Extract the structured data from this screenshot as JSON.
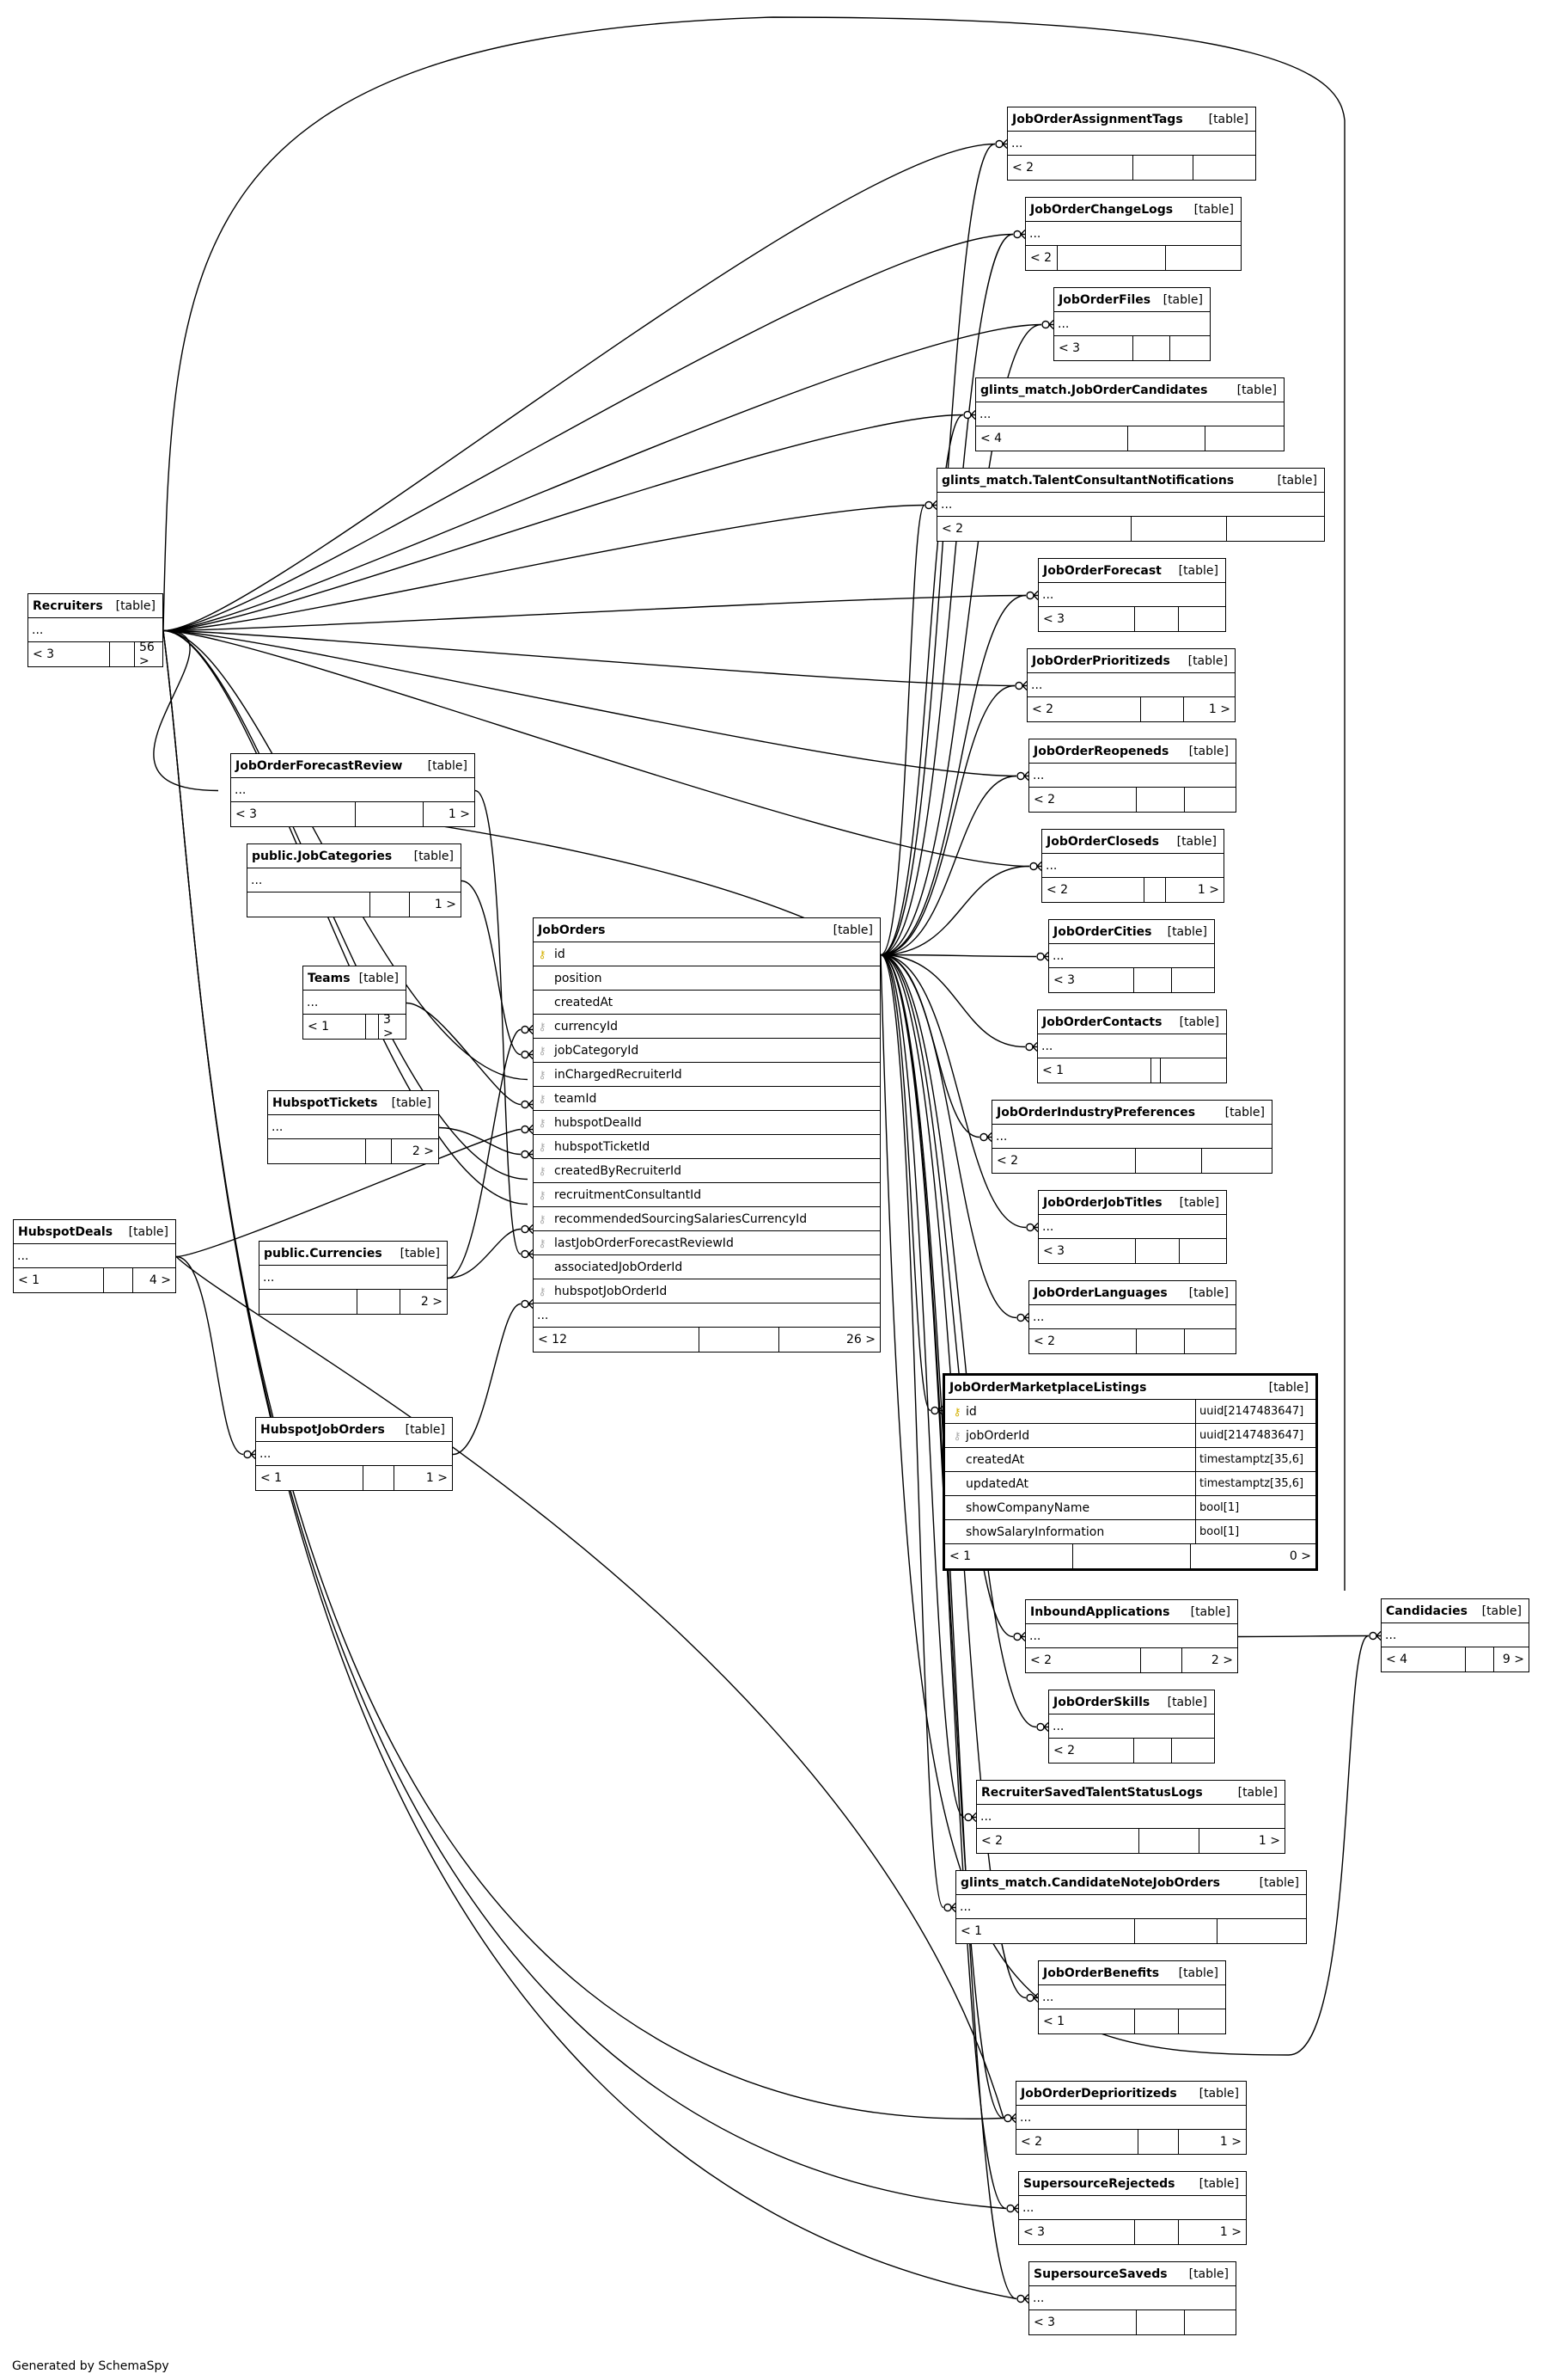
{
  "footer": "Generated by SchemaSpy",
  "kind_label": "[table]",
  "ellipsis": "...",
  "icons": {
    "primary_key": "key-icon-gold",
    "foreign_key": "key-icon-gray"
  },
  "tables": [
    {
      "name": "JobOrderAssignmentTags",
      "prev": "< 2",
      "next": ""
    },
    {
      "name": "JobOrderChangeLogs",
      "prev": "< 2",
      "next": ""
    },
    {
      "name": "JobOrderFiles",
      "prev": "< 3",
      "next": ""
    },
    {
      "name": "glints_match.JobOrderCandidates",
      "prev": "< 4",
      "next": ""
    },
    {
      "name": "glints_match.TalentConsultantNotifications",
      "prev": "< 2",
      "next": ""
    },
    {
      "name": "JobOrderForecast",
      "prev": "< 3",
      "next": ""
    },
    {
      "name": "JobOrderPrioritizeds",
      "prev": "< 2",
      "next": "1 >"
    },
    {
      "name": "JobOrderReopeneds",
      "prev": "< 2",
      "next": ""
    },
    {
      "name": "JobOrderCloseds",
      "prev": "< 2",
      "next": "1 >"
    },
    {
      "name": "JobOrderCities",
      "prev": "< 3",
      "next": ""
    },
    {
      "name": "JobOrderContacts",
      "prev": "< 1",
      "next": ""
    },
    {
      "name": "JobOrderIndustryPreferences",
      "prev": "< 2",
      "next": ""
    },
    {
      "name": "JobOrderJobTitles",
      "prev": "< 3",
      "next": ""
    },
    {
      "name": "JobOrderLanguages",
      "prev": "< 2",
      "next": ""
    },
    {
      "name": "InboundApplications",
      "prev": "< 2",
      "next": "2 >"
    },
    {
      "name": "JobOrderSkills",
      "prev": "< 2",
      "next": ""
    },
    {
      "name": "RecruiterSavedTalentStatusLogs",
      "prev": "< 2",
      "next": "1 >"
    },
    {
      "name": "glints_match.CandidateNoteJobOrders",
      "prev": "< 1",
      "next": ""
    },
    {
      "name": "JobOrderBenefits",
      "prev": "< 1",
      "next": ""
    },
    {
      "name": "JobOrderDeprioritizeds",
      "prev": "< 2",
      "next": "1 >"
    },
    {
      "name": "SupersourceRejecteds",
      "prev": "< 3",
      "next": "1 >"
    },
    {
      "name": "SupersourceSaveds",
      "prev": "< 3",
      "next": ""
    },
    {
      "name": "Recruiters",
      "prev": "< 3",
      "next": "56 >"
    },
    {
      "name": "JobOrderForecastReview",
      "prev": "< 3",
      "next": "1 >"
    },
    {
      "name": "public.JobCategories",
      "prev": "",
      "next": "1 >"
    },
    {
      "name": "Teams",
      "prev": "< 1",
      "next": "3 >"
    },
    {
      "name": "HubspotTickets",
      "prev": "",
      "next": "2 >"
    },
    {
      "name": "HubspotDeals",
      "prev": "< 1",
      "next": "4 >"
    },
    {
      "name": "public.Currencies",
      "prev": "",
      "next": "2 >"
    },
    {
      "name": "HubspotJobOrders",
      "prev": "< 1",
      "next": "1 >"
    },
    {
      "name": "Candidacies",
      "prev": "< 4",
      "next": "9 >"
    }
  ],
  "job_orders": {
    "name": "JobOrders",
    "columns": [
      {
        "name": "id",
        "key": "pk"
      },
      {
        "name": "position",
        "key": ""
      },
      {
        "name": "createdAt",
        "key": ""
      },
      {
        "name": "currencyId",
        "key": "fk"
      },
      {
        "name": "jobCategoryId",
        "key": "fk"
      },
      {
        "name": "inChargedRecruiterId",
        "key": "fk"
      },
      {
        "name": "teamId",
        "key": "fk"
      },
      {
        "name": "hubspotDealId",
        "key": "fk"
      },
      {
        "name": "hubspotTicketId",
        "key": "fk"
      },
      {
        "name": "createdByRecruiterId",
        "key": "fk"
      },
      {
        "name": "recruitmentConsultantId",
        "key": "fk"
      },
      {
        "name": "recommendedSourcingSalariesCurrencyId",
        "key": "fk"
      },
      {
        "name": "lastJobOrderForecastReviewId",
        "key": "fk"
      },
      {
        "name": "associatedJobOrderId",
        "key": ""
      },
      {
        "name": "hubspotJobOrderId",
        "key": "fk"
      }
    ],
    "prev": "< 12",
    "next": "26 >"
  },
  "marketplace": {
    "name": "JobOrderMarketplaceListings",
    "columns": [
      {
        "name": "id",
        "type": "uuid[2147483647]",
        "key": "pk"
      },
      {
        "name": "jobOrderId",
        "type": "uuid[2147483647]",
        "key": "fk"
      },
      {
        "name": "createdAt",
        "type": "timestamptz[35,6]",
        "key": ""
      },
      {
        "name": "updatedAt",
        "type": "timestamptz[35,6]",
        "key": ""
      },
      {
        "name": "showCompanyName",
        "type": "bool[1]",
        "key": ""
      },
      {
        "name": "showSalaryInformation",
        "type": "bool[1]",
        "key": ""
      }
    ],
    "prev": "< 1",
    "next": "0 >"
  }
}
